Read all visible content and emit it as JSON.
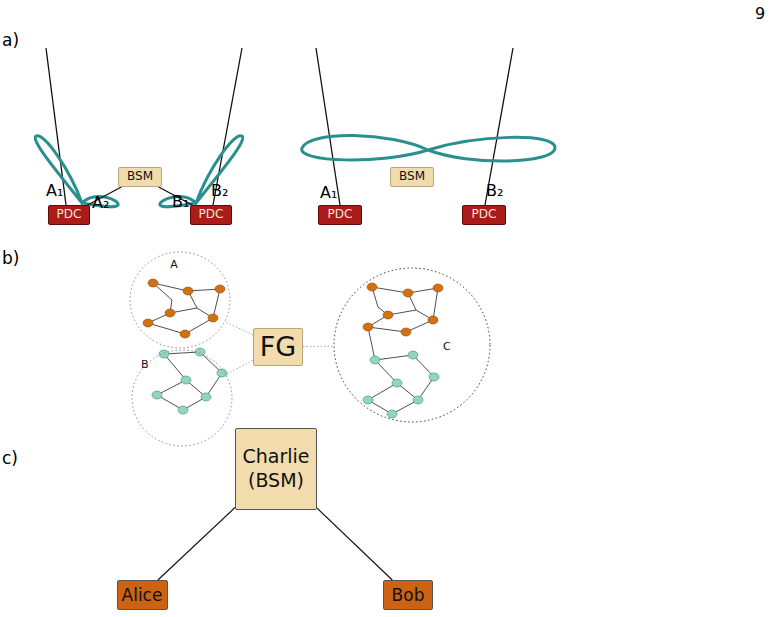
{
  "diagram": {
    "nodes": [
      {
        "text": [
          "PDC"
        ]
      },
      {
        "text": [
          "BSM"
        ]
      },
      {
        "text": [
          "PDC"
        ]
      },
      {
        "text": [
          "PDC"
        ]
      },
      {
        "text": [
          "BSM"
        ]
      },
      {
        "text": [
          "PDC"
        ]
      },
      {
        "text": [
          "A"
        ]
      },
      {
        "text": [
          "B"
        ]
      },
      {
        "text": [
          "FG"
        ]
      },
      {
        "text": [
          "C"
        ]
      },
      {
        "text": [
          "Charlie (BSM)"
        ]
      },
      {
        "text": [
          "Alice"
        ]
      },
      {
        "text": [
          "Bob"
        ]
      }
    ],
    "edges": [
      {
        "from": 0,
        "to": 1,
        "arrow": "none"
      },
      {
        "from": 1,
        "to": 2,
        "arrow": "none"
      },
      {
        "from": 8,
        "to": 6,
        "arrow": "none"
      },
      {
        "from": 8,
        "to": 7,
        "arrow": "none"
      },
      {
        "from": 8,
        "to": 9,
        "arrow": "none"
      },
      {
        "from": 10,
        "to": 11,
        "arrow": "none"
      },
      {
        "from": 10,
        "to": 12,
        "arrow": "none"
      }
    ],
    "labels": [
      "9",
      "a)",
      "A₁",
      "A₂",
      "B₁",
      "B₂",
      "A₁",
      "B₂",
      "b)",
      "c)"
    ]
  }
}
